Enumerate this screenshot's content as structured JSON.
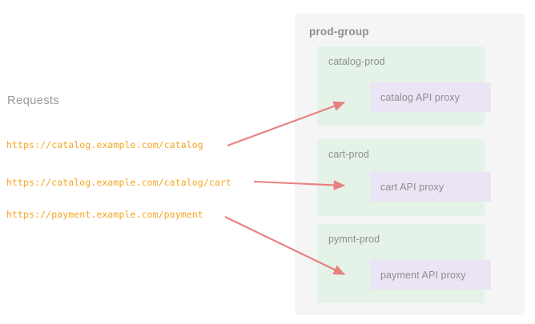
{
  "diagram": {
    "left_panel": {
      "heading": "Requests",
      "requests": [
        {
          "url": "https://catalog.example.com/catalog"
        },
        {
          "url": "https://catalog.example.com/catalog/cart"
        },
        {
          "url": "https://payment.example.com/payment"
        }
      ]
    },
    "group": {
      "title": "prod-group",
      "namespaces": [
        {
          "label": "catalog-prod",
          "proxy": "catalog API proxy"
        },
        {
          "label": "cart-prod",
          "proxy": "cart API proxy"
        },
        {
          "label": "pymnt-prod",
          "proxy": "payment API proxy"
        }
      ]
    },
    "arrows": [
      {
        "name": "arrow-catalog-request-to-catalog-proxy"
      },
      {
        "name": "arrow-cart-request-to-cart-proxy"
      },
      {
        "name": "arrow-payment-request-to-payment-proxy"
      }
    ],
    "colors": {
      "background": "#ffffff",
      "group_panel": "#f5f5f5",
      "namespace": "#e4f2e7",
      "proxy": "#ebe4f5",
      "url_text": "#f5a623",
      "label_text": "#8e8e8e",
      "heading_text": "#9a9a9a",
      "arrow": "#e8807f"
    }
  }
}
